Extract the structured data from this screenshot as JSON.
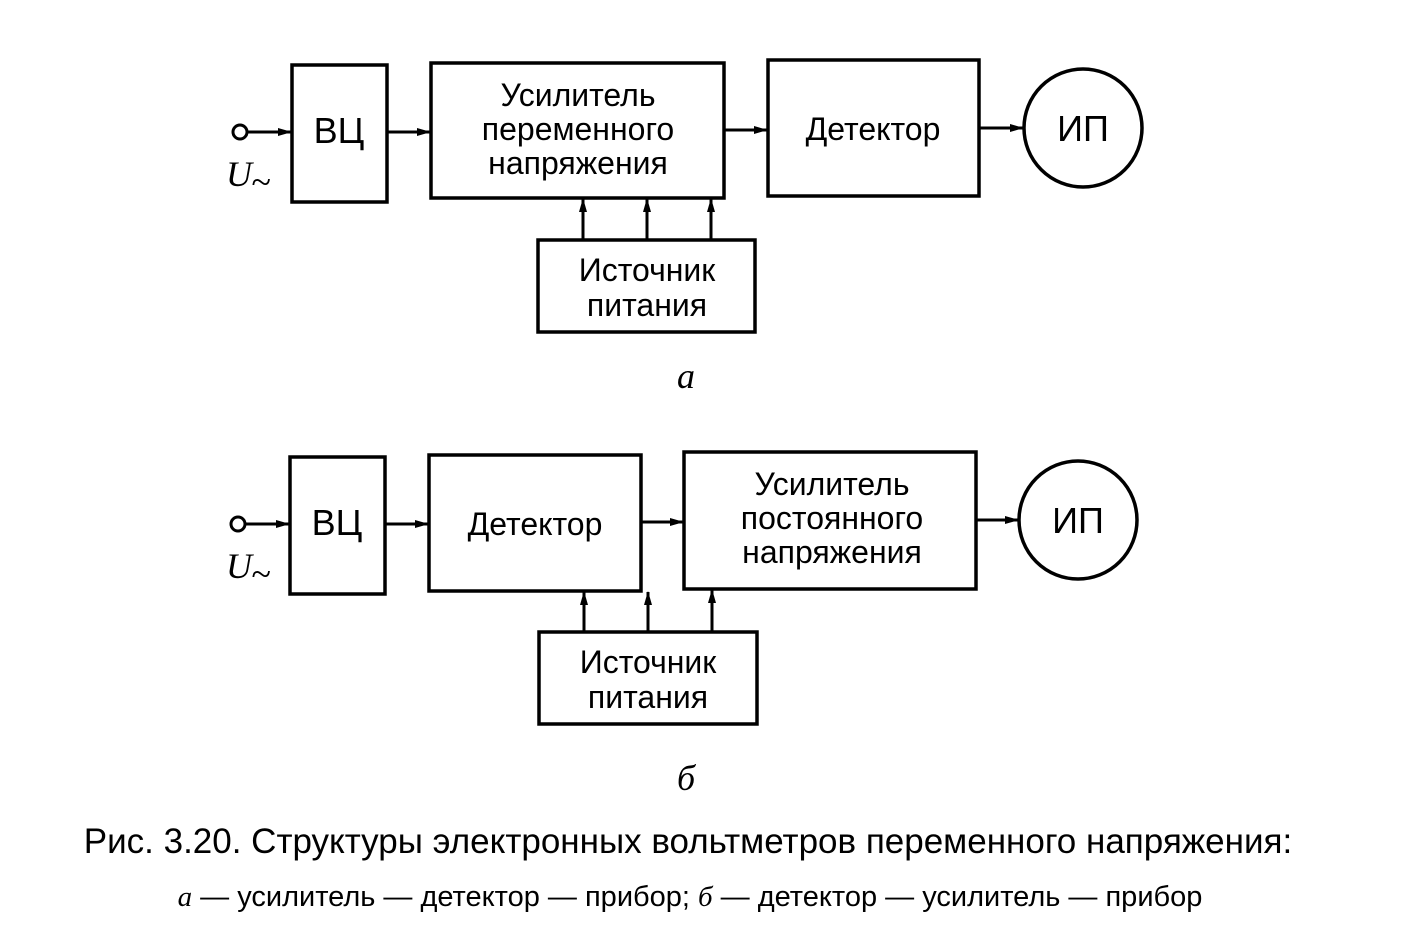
{
  "diagram_a": {
    "input_label": "U",
    "input_sub": "~",
    "vc": "ВЦ",
    "amp_line1": "Усилитель",
    "amp_line2": "переменного",
    "amp_line3": "напряжения",
    "detector": "Детектор",
    "ip": "ИП",
    "psu_line1": "Источник",
    "psu_line2": "питания",
    "sublabel": "а"
  },
  "diagram_b": {
    "input_label": "U",
    "input_sub": "~",
    "vc": "ВЦ",
    "detector": "Детектор",
    "amp_line1": "Усилитель",
    "amp_line2": "постоянного",
    "amp_line3": "напряжения",
    "ip": "ИП",
    "psu_line1": "Источник",
    "psu_line2": "питания",
    "sublabel": "б"
  },
  "caption": {
    "line1": "Рис. 3.20. Структуры электронных вольтметров переменного напряжения:",
    "a_letter": "а",
    "a_text": " — усилитель — детектор — прибор; ",
    "b_letter": "б",
    "b_text": " — детектор — усилитель — прибор"
  }
}
